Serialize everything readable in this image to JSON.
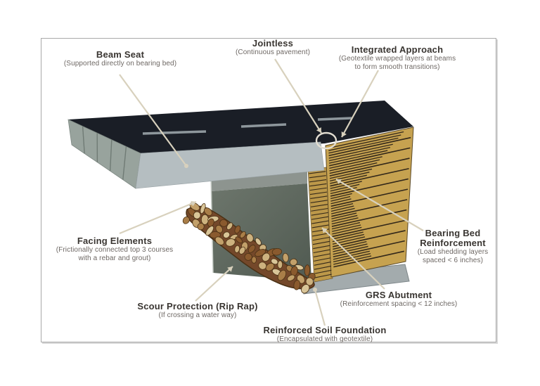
{
  "figure": {
    "type": "annotated-technical-diagram",
    "subject": "GRS bridge abutment cutaway"
  },
  "labels": {
    "beam_seat": {
      "title": "Beam Seat",
      "subtitle": "(Supported directly on bearing bed)"
    },
    "jointless": {
      "title": "Jointless",
      "subtitle": "(Continuous pavement)"
    },
    "integrated": {
      "title": "Integrated Approach",
      "subtitle_line1": "(Geotextile wrapped layers at beams",
      "subtitle_line2": "to form smooth transitions)"
    },
    "facing": {
      "title": "Facing Elements",
      "subtitle_line1": "(Frictionally connected top 3 courses",
      "subtitle_line2": "with a rebar and grout)"
    },
    "scour": {
      "title": "Scour Protection (Rip Rap)",
      "subtitle": "(If crossing a water way)"
    },
    "foundation": {
      "title": "Reinforced Soil Foundation",
      "subtitle": "(Encapsulated with geotextile)"
    },
    "grs": {
      "title": "GRS Abutment",
      "subtitle": "(Reinforcement spacing < 12 inches)"
    },
    "bearing": {
      "title_line1": "Bearing Bed",
      "title_line2": "Reinforcement",
      "subtitle_line1": "(Load shedding layers",
      "subtitle_line2": "spaced < 6 inches)"
    }
  },
  "colors": {
    "pavement": "#1a1e26",
    "lane_dash": "#8e979c",
    "beam_fascia": "#b5bec1",
    "girder_ends": "#98a39d",
    "girder_divider": "#707b75",
    "facing_wall_top": "#8d948f",
    "facing_wall_light": "#6d766c",
    "facing_wall_dark": "#505a51",
    "soil_gold_side": "#c6a250",
    "soil_gold_front": "#bc9849",
    "reinforcement_line": "#33281a",
    "foundation_gray": "#a3abad",
    "riprap_base": "#74482a",
    "riprap_outline": "#4a3115",
    "riprap_stones": [
      "#d9c598",
      "#cdb27f",
      "#c2a06a",
      "#a97e48",
      "#8a5a2e"
    ],
    "leader_line": "#d8d1bd",
    "annotation_circle": "#e3ded2",
    "frame_border": "#a9a9a9",
    "title_text": "#393531",
    "subtitle_text": "#6e6864"
  }
}
